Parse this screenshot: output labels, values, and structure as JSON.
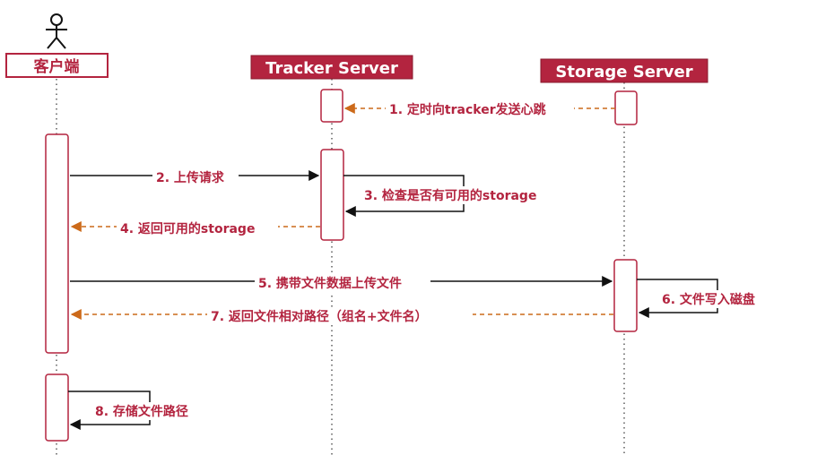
{
  "participants": [
    {
      "id": "client",
      "label": "客户端"
    },
    {
      "id": "tracker",
      "label": "Tracker Server"
    },
    {
      "id": "storage",
      "label": "Storage Server"
    }
  ],
  "messages": [
    {
      "id": "m1",
      "label": "1. 定时向tracker发送心跳"
    },
    {
      "id": "m2",
      "label": "2. 上传请求"
    },
    {
      "id": "m3",
      "label": "3. 检查是否有可用的storage"
    },
    {
      "id": "m4",
      "label": "4. 返回可用的storage"
    },
    {
      "id": "m5",
      "label": "5. 携带文件数据上传文件"
    },
    {
      "id": "m6",
      "label": "6. 文件写入磁盘"
    },
    {
      "id": "m7",
      "label": "7. 返回文件相对路径（组名+文件名）"
    },
    {
      "id": "m8",
      "label": "8. 存储文件路径"
    }
  ],
  "colors": {
    "header_fill": "#b3243f",
    "header_text": "#ffffff",
    "label_text": "#b3243f",
    "solid_arrow": "#111111",
    "dashed_arrow": "#cc6a1a",
    "activation_stroke": "#b3243f"
  },
  "icons": {
    "actor": "stick-figure-icon"
  }
}
